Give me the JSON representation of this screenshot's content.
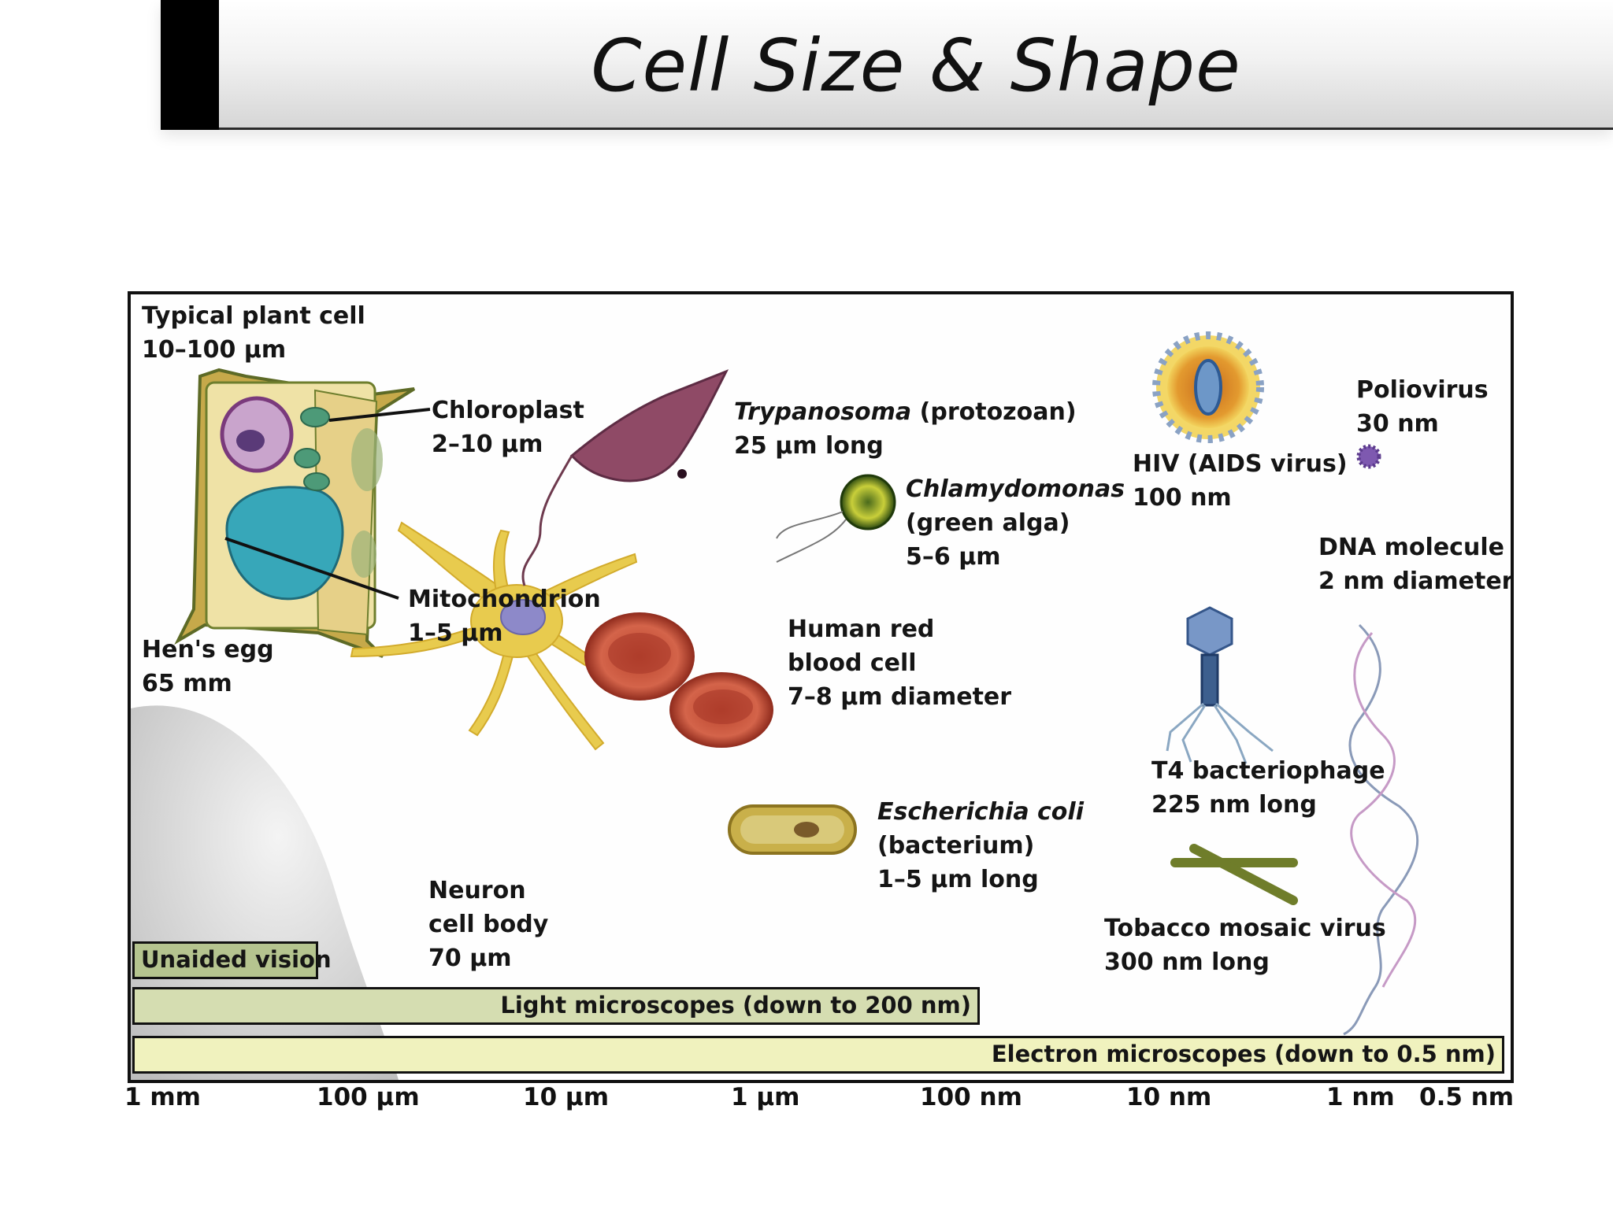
{
  "title": "Cell Size & Shape",
  "labels": {
    "plant_cell": {
      "name": "Typical plant cell",
      "size": "10–100 µm"
    },
    "chloroplast": {
      "name": "Chloroplast",
      "size": "2–10 µm"
    },
    "mitochondrion": {
      "name": "Mitochondrion",
      "size": "1–5 µm"
    },
    "hens_egg": {
      "name": "Hen's egg",
      "size": "65 mm"
    },
    "trypanosoma": {
      "name_italic": "Trypanosoma",
      "name_rest": " (protozoan)",
      "size": "25 µm long"
    },
    "chlamydomonas": {
      "name_italic": "Chlamydomonas",
      "desc": "(green alga)",
      "size": "5–6 µm"
    },
    "red_blood_cell": {
      "line1": "Human red",
      "line2": "blood cell",
      "size": "7–8 µm diameter"
    },
    "neuron": {
      "line1": "Neuron",
      "line2": "cell body",
      "size": "70 µm"
    },
    "ecoli": {
      "name_italic": "Escherichia coli",
      "desc": "(bacterium)",
      "size": "1–5 µm long"
    },
    "hiv": {
      "name": "HIV (AIDS virus)",
      "size": "100 nm"
    },
    "poliovirus": {
      "name": "Poliovirus",
      "size": "30 nm"
    },
    "dna": {
      "name": "DNA molecule",
      "size": "2 nm diameter"
    },
    "t4": {
      "name": "T4 bacteriophage",
      "size": "225 nm long"
    },
    "tmv": {
      "name": "Tobacco mosaic virus",
      "size": "300 nm long"
    }
  },
  "bars": {
    "unaided": "Unaided vision",
    "light": "Light microscopes (down to 200 nm)",
    "electron": "Electron microscopes (down to 0.5 nm)"
  },
  "colors": {
    "unaided_bar": "#b5c48f",
    "light_bar": "#d5ddb1",
    "electron_bar": "#f0f2be"
  },
  "scale_ticks": [
    "1 mm",
    "100 µm",
    "10 µm",
    "1 µm",
    "100 nm",
    "10 nm",
    "1 nm",
    "0.5 nm"
  ]
}
